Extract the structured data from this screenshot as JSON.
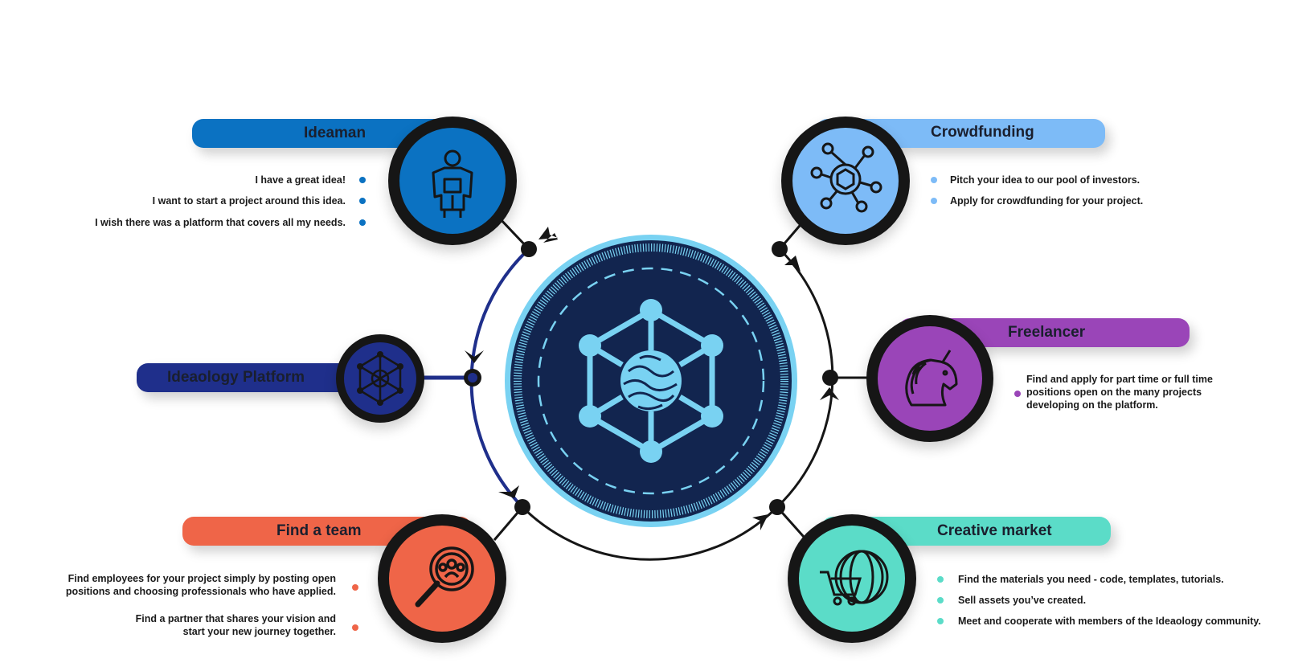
{
  "colors": {
    "ideaman": "#0b72c2",
    "crowdfunding": "#7dbbf7",
    "platform": "#1f2f8b",
    "freelancer": "#9a45b8",
    "team": "#ef6548",
    "market": "#5bdcc8",
    "ring": "#161616",
    "hub_dark": "#12254f",
    "hub_light": "#79d2f2"
  },
  "ideaman": {
    "title": "Ideaman",
    "icon": "superhero-icon",
    "items": [
      "I have a great idea!",
      "I want to start a project around this idea.",
      "I wish there was a platform that covers all my needs."
    ]
  },
  "crowdfunding": {
    "title": "Crowdfunding",
    "icon": "investor-network-icon",
    "items": [
      "Pitch your idea to our pool of investors.",
      "Apply for crowdfunding for your project."
    ]
  },
  "platform": {
    "title": "Ideaology Platform",
    "icon": "network-hex-icon"
  },
  "freelancer": {
    "title": "Freelancer",
    "icon": "unicorn-icon",
    "items": [
      "Find and apply for part time or full time positions open on the many projects developing on the platform."
    ]
  },
  "team": {
    "title": "Find a team",
    "icon": "team-search-icon",
    "items": [
      "Find employees for your project simply by posting open positions and choosing professionals who have applied.",
      "Find a partner that shares your vision and start your new journey together."
    ]
  },
  "market": {
    "title": "Creative market",
    "icon": "globe-cart-icon",
    "items": [
      "Find the materials you need - code, templates, tutorials.",
      "Sell assets you’ve created.",
      "Meet and cooperate with members of the Ideaology community."
    ]
  },
  "hub": {
    "icon": "hexagon-network-hub-icon"
  }
}
